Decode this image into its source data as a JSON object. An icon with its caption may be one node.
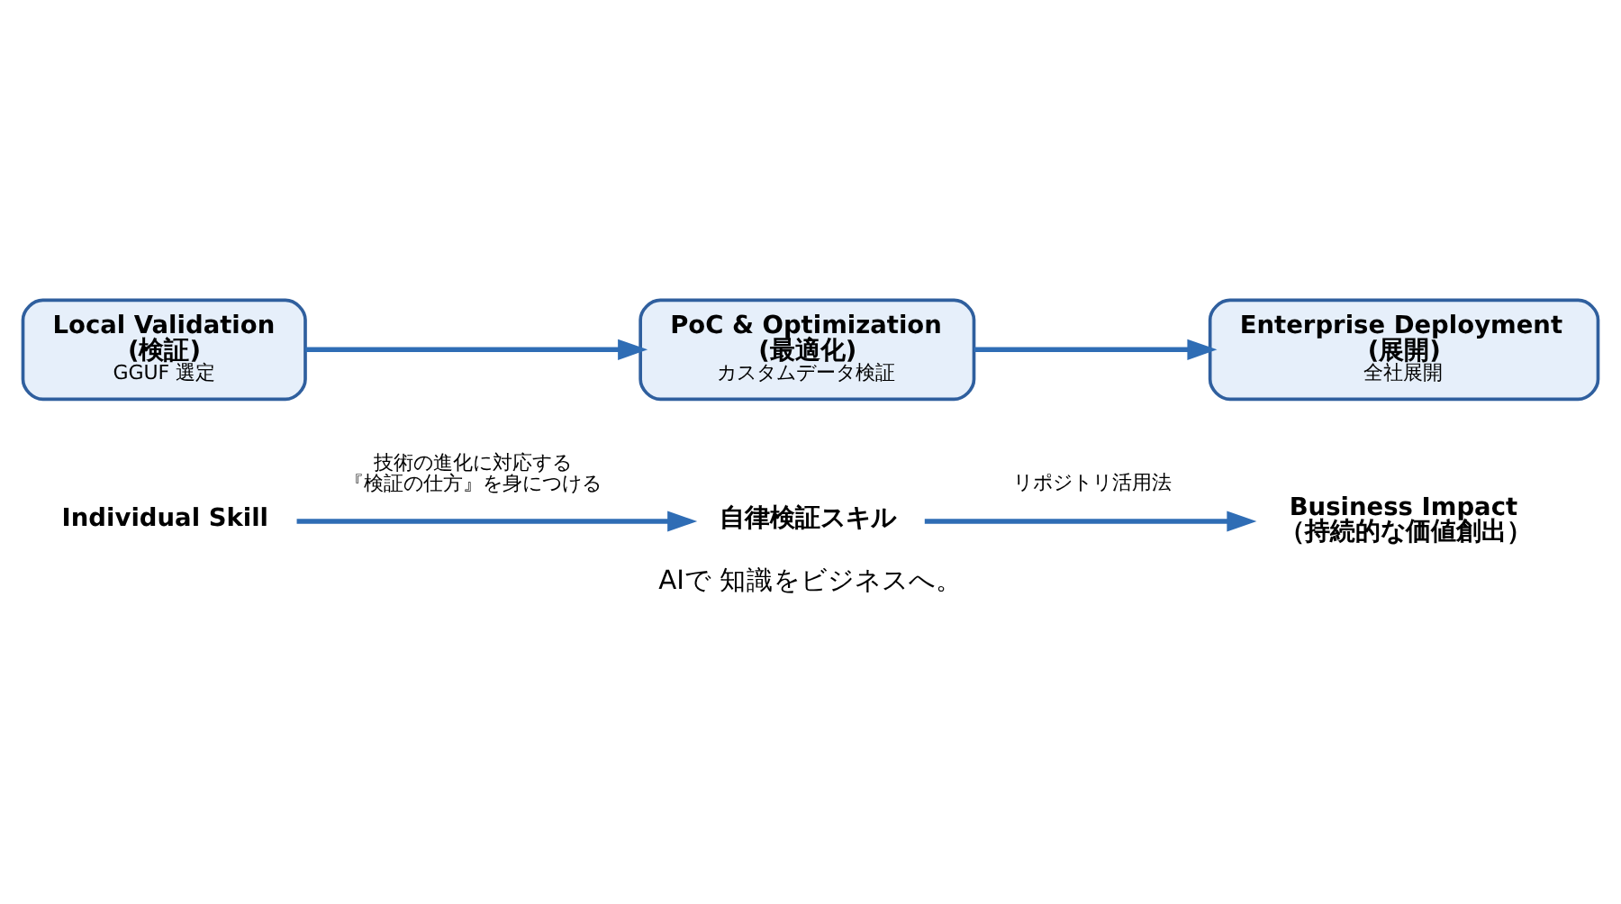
{
  "diagram": {
    "caption": "AIで 知識をビジネスへ。",
    "nodes": [
      {
        "text": [
          "Local Validation (検証)",
          "GGUF 選定"
        ]
      },
      {
        "text": [
          "PoC & Optimization (最適化)",
          "カスタムデータ検証"
        ]
      },
      {
        "text": [
          "Enterprise Deployment (展開)",
          "全社展開"
        ]
      },
      {
        "text": [
          "Individual Skill"
        ]
      },
      {
        "text": [
          "自律検証スキル"
        ]
      },
      {
        "text": [
          "Business Impact （持続的な価値創出）"
        ]
      }
    ],
    "edges": [
      {
        "from": 0,
        "to": 1,
        "arrow": "to"
      },
      {
        "from": 1,
        "to": 2,
        "arrow": "to"
      },
      {
        "from": 3,
        "to": 4,
        "arrow": "to",
        "label": "技術の進化に対応する『検証の仕方』を身につける"
      },
      {
        "from": 4,
        "to": 5,
        "arrow": "to",
        "label": "リポジトリ活用法"
      }
    ]
  }
}
